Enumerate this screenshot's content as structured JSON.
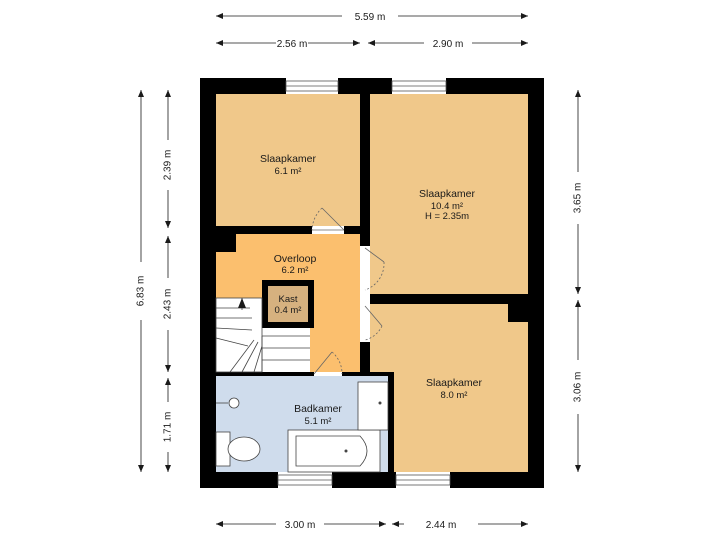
{
  "dimensions": {
    "top_total": "5.59 m",
    "top_left": "2.56 m",
    "top_right": "2.90 m",
    "bottom_left": "3.00 m",
    "bottom_right": "2.44 m",
    "left_total": "6.83 m",
    "left_top": "2.39 m",
    "left_mid": "2.43 m",
    "left_bottom": "1.71 m",
    "right_top": "3.65 m",
    "right_bottom": "3.06 m"
  },
  "rooms": {
    "slaapkamer_nw": {
      "name": "Slaapkamer",
      "area": "6.1 m²"
    },
    "slaapkamer_ne": {
      "name": "Slaapkamer",
      "area": "10.4 m²",
      "height": "H = 2.35m"
    },
    "overloop": {
      "name": "Overloop",
      "area": "6.2 m²"
    },
    "kast": {
      "name": "Kast",
      "area": "0.4 m²"
    },
    "badkamer": {
      "name": "Badkamer",
      "area": "5.1 m²"
    },
    "slaapkamer_se": {
      "name": "Slaapkamer",
      "area": "8.0 m²"
    }
  },
  "colors": {
    "bedroom": "#f0c88a",
    "hallway": "#fbbf6e",
    "closet": "#d6b17f",
    "bathroom": "#cfdcec",
    "stairs": "#ffffff",
    "wall": "#000000"
  }
}
